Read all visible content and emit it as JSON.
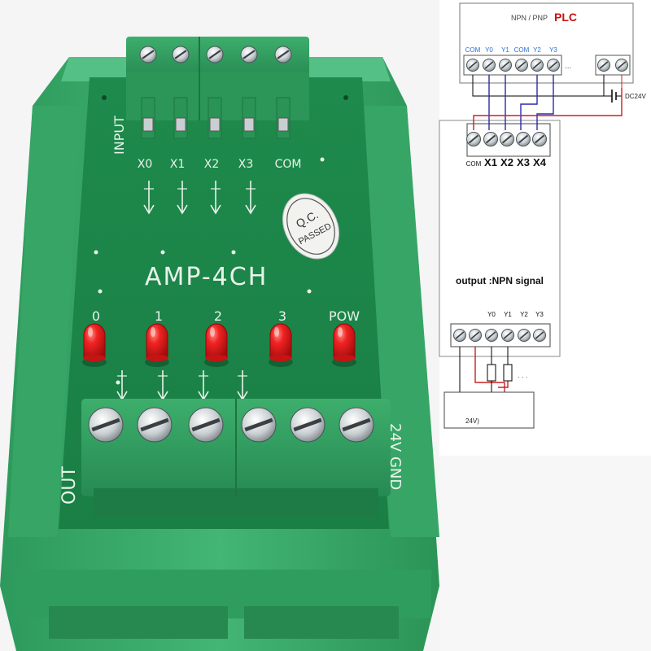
{
  "board": {
    "input_label": "INPUT",
    "input_channels": [
      "X0",
      "X1",
      "X2",
      "X3",
      "COM"
    ],
    "model": "AMP-4CH",
    "qc_top": "Q.C.",
    "qc_bottom": "PASSED",
    "led_labels": [
      "0",
      "1",
      "2",
      "3",
      "POW"
    ],
    "out_label": "OUT",
    "right_side_label": "24V GND"
  },
  "diagram": {
    "plc_type": "NPN / PNP",
    "plc_name": "PLC",
    "plc_terminals": [
      "COM",
      "Y0",
      "Y1",
      "COM",
      "Y2",
      "Y3"
    ],
    "plc_ellipsis": "...",
    "supply_label": "DC24V",
    "module_input_terminals": [
      "COM",
      "X1",
      "X2",
      "X3",
      "X4"
    ],
    "output_signal_label": "output :NPN signal",
    "module_output_terminals": [
      "Y0",
      "Y1",
      "Y2",
      "Y3"
    ],
    "load_ellipsis": ". . .",
    "load_supply_label": "24V)"
  },
  "colors": {
    "pcb_green": "#1f8f4f",
    "housing_green": "#3bab6a",
    "terminal_green": "#2e9a5e",
    "led_red": "#e01818",
    "plc_red": "#cc1010",
    "wire_blue": "#2a2aa8",
    "wire_red": "#cc2020",
    "terminal_blue_text": "#2a6fd0"
  }
}
